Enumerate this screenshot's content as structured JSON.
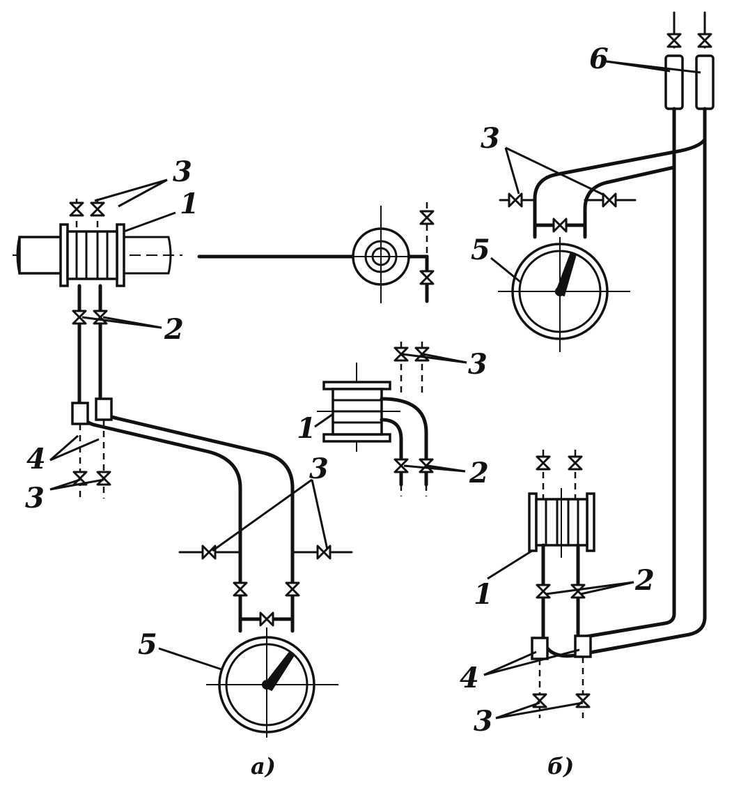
{
  "diagram": {
    "labels": {
      "n1": "1",
      "n2": "2",
      "n3": "3",
      "n4": "4",
      "n5": "5",
      "n6": "6"
    },
    "captions": {
      "a": "а)",
      "b": "б)"
    },
    "colors": {
      "ink": "#111111",
      "paper": "#ffffff"
    }
  }
}
